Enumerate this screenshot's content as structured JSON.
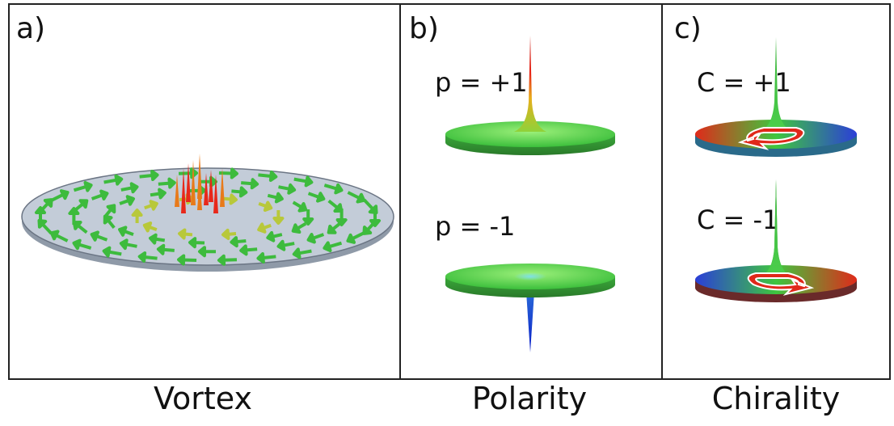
{
  "panels": [
    {
      "label": "a)",
      "caption": "Vortex"
    },
    {
      "label": "b)",
      "caption": "Polarity",
      "states": [
        "p = +1",
        "p = -1"
      ]
    },
    {
      "label": "c)",
      "caption": "Chirality",
      "states": [
        "C = +1",
        "C = -1"
      ]
    }
  ],
  "colors": {
    "in_plane": "#3dbb3d",
    "up": "#e8281a",
    "down": "#1a3cd8",
    "vortex_core": "#e87a1a",
    "substrate": "#b9c3d1"
  }
}
